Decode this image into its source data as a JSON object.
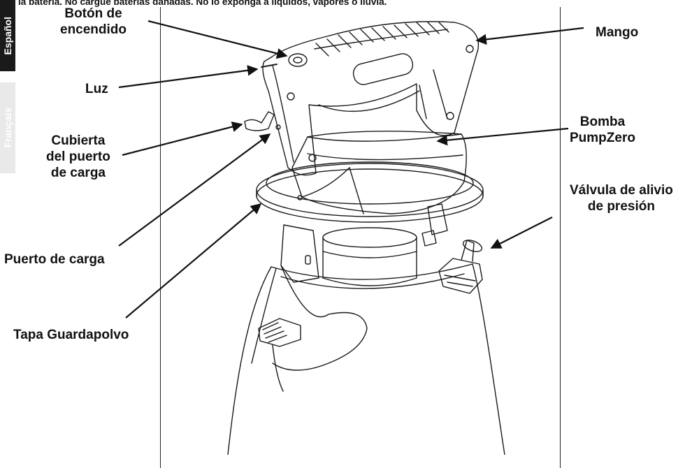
{
  "sidebar": {
    "active_tab": "Español",
    "inactive_tab": "Français"
  },
  "header": {
    "warning_text": "la batería. No cargue baterías dañadas. No lo exponga a líquidos, vapores o lluvia."
  },
  "labels": {
    "power_button": [
      "Botón de",
      "encendido"
    ],
    "light": "Luz",
    "charge_port_cover": [
      "Cubierta",
      "del puerto",
      "de carga"
    ],
    "charge_port": "Puerto de carga",
    "dust_cap": "Tapa Guardapolvo",
    "handle": "Mango",
    "pump": [
      "Bomba",
      "PumpZero"
    ],
    "relief_valve": [
      "Válvula de alivio",
      "de presión"
    ]
  },
  "colors": {
    "ink": "#111111",
    "tab_active": "#1a1a1a",
    "tab_inactive": "#e9e9e9"
  }
}
